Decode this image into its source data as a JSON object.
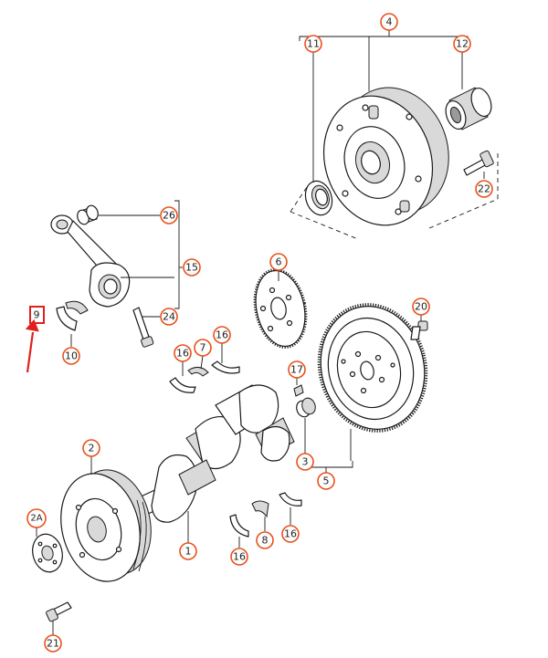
{
  "callouts": {
    "c4": "4",
    "c11": "11",
    "c12": "12",
    "c22": "22",
    "c26": "26",
    "c15": "15",
    "c24": "24",
    "c9": "9",
    "c10": "10",
    "c6": "6",
    "c20": "20",
    "c16a": "16",
    "c7": "7",
    "c16b": "16",
    "c17": "17",
    "c3": "3",
    "c5": "5",
    "c2": "2",
    "c2a": "2A",
    "c1": "1",
    "c16c": "16",
    "c8": "8",
    "c16d": "16",
    "c21": "21"
  },
  "colors": {
    "callout_stroke": "#e8511c",
    "highlight": "#e0201c",
    "line": "#1a1a1a"
  },
  "highlighted_part": "9"
}
